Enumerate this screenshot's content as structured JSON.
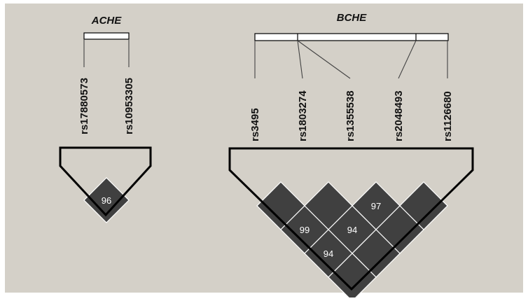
{
  "colors": {
    "background": "#d4d0c8",
    "block_outline": "#000000",
    "cell_fill": "#404040",
    "cell_line": "#ffffff",
    "gene_bar_fill": "#ffffff",
    "text": "#111111"
  },
  "blocks": [
    {
      "gene": "ACHE",
      "snps": [
        "rs17880573",
        "rs10953305"
      ],
      "cells": [
        {
          "pair": [
            1,
            2
          ],
          "value": "96"
        }
      ]
    },
    {
      "gene": "BCHE",
      "snps": [
        "rs3495",
        "rs1803274",
        "rs1355538",
        "rs2048493",
        "rs1126680"
      ],
      "cells": [
        {
          "pair": [
            1,
            2
          ],
          "value": ""
        },
        {
          "pair": [
            2,
            3
          ],
          "value": ""
        },
        {
          "pair": [
            3,
            4
          ],
          "value": "97"
        },
        {
          "pair": [
            4,
            5
          ],
          "value": ""
        },
        {
          "pair": [
            1,
            3
          ],
          "value": "99"
        },
        {
          "pair": [
            2,
            4
          ],
          "value": "94"
        },
        {
          "pair": [
            3,
            5
          ],
          "value": ""
        },
        {
          "pair": [
            1,
            4
          ],
          "value": "94"
        },
        {
          "pair": [
            2,
            5
          ],
          "value": ""
        },
        {
          "pair": [
            1,
            5
          ],
          "value": ""
        }
      ]
    }
  ]
}
